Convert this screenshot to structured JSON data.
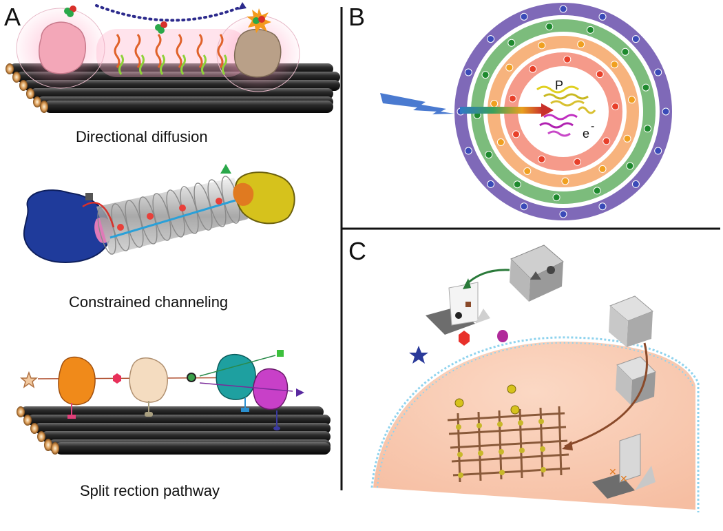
{
  "panels": {
    "a": {
      "letter": "A"
    },
    "b": {
      "letter": "B",
      "label_p": "P",
      "label_e": "e",
      "label_e_sup": "-"
    },
    "c": {
      "letter": "C"
    }
  },
  "captions": {
    "directional": "Directional diffusion",
    "channeling": "Constrained channeling",
    "split": "Split rection pathway"
  },
  "colors": {
    "ring_outer": "#7f69b8",
    "ring_green": "#7cbc7c",
    "ring_orange": "#f7b37d",
    "ring_inner": "#f59a8a",
    "ring_white": "#ffffff",
    "cell_fill": "#f8c7ad",
    "membrane": "#8fd3ee",
    "divider": "#111111"
  }
}
